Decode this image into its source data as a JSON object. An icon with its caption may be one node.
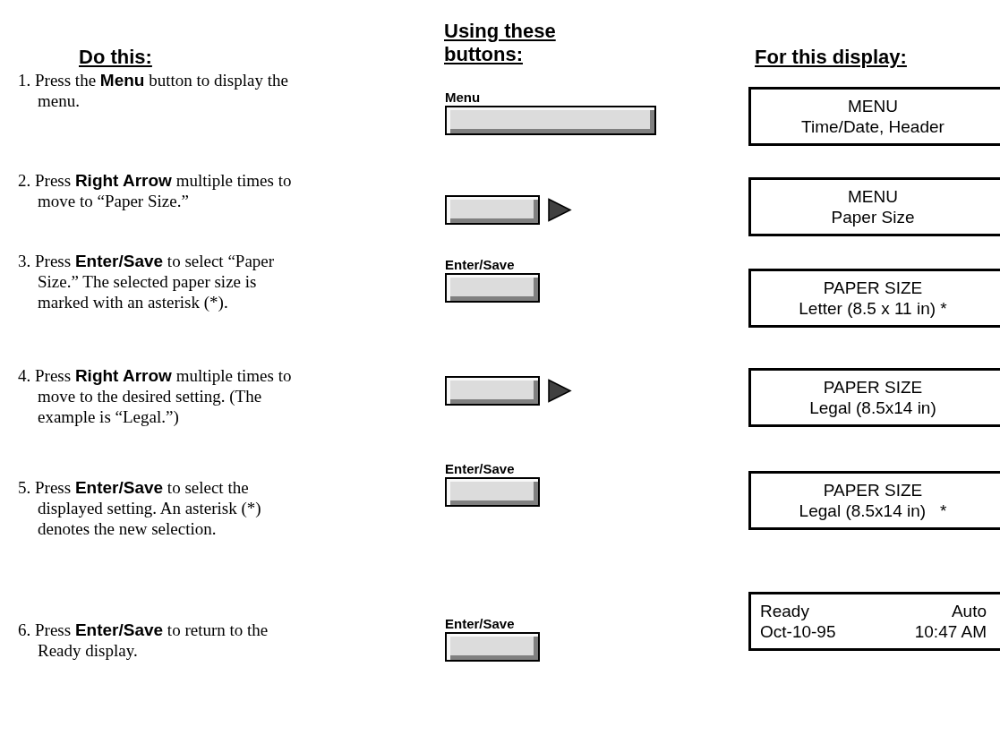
{
  "diagram": {
    "nodes": [
      {
        "text": [
          "Menu"
        ]
      },
      {
        "text": [
          "MENU",
          "Time/Date, Header"
        ]
      },
      {
        "text": [],
        "shape": "box"
      },
      {
        "text": [
          "MENU",
          "Paper Size"
        ]
      },
      {
        "text": [
          "Enter/Save"
        ]
      },
      {
        "text": [
          "PAPER SIZE",
          "Letter (8.5 x 11 in) *"
        ]
      },
      {
        "text": [],
        "shape": "box"
      },
      {
        "text": [
          "PAPER SIZE",
          "Legal (8.5x14 in)"
        ]
      },
      {
        "text": [
          "Enter/Save"
        ]
      },
      {
        "text": [
          "PAPER SIZE",
          "Legal (8.5x14 in)   *"
        ]
      },
      {
        "text": [
          "Enter/Save"
        ]
      },
      {
        "text": [
          "Ready",
          "Auto",
          "Oct-10-95",
          "10:47 AM"
        ]
      }
    ],
    "edges": [
      {
        "from": 2,
        "to": null,
        "arrow": "to"
      },
      {
        "from": 6,
        "to": null,
        "arrow": "to"
      }
    ],
    "labels": [
      "Do this:",
      "Using these buttons:",
      "For this display:",
      "1. Press the **Menu** button to display the menu.",
      "2. Press **Right Arrow** multiple times to move to “Paper Size.”",
      "3. Press **Enter/Save** to select “Paper Size.” The selected paper size is marked with an asterisk (*).",
      "4. Press **Right Arrow** multiple times to move to the desired setting. (The example is “Legal.”)",
      "5. Press **Enter/Save** to select the displayed setting. An asterisk (*) denotes the new selection.",
      "6. Press **Enter/Save** to return to the Ready display."
    ]
  }
}
